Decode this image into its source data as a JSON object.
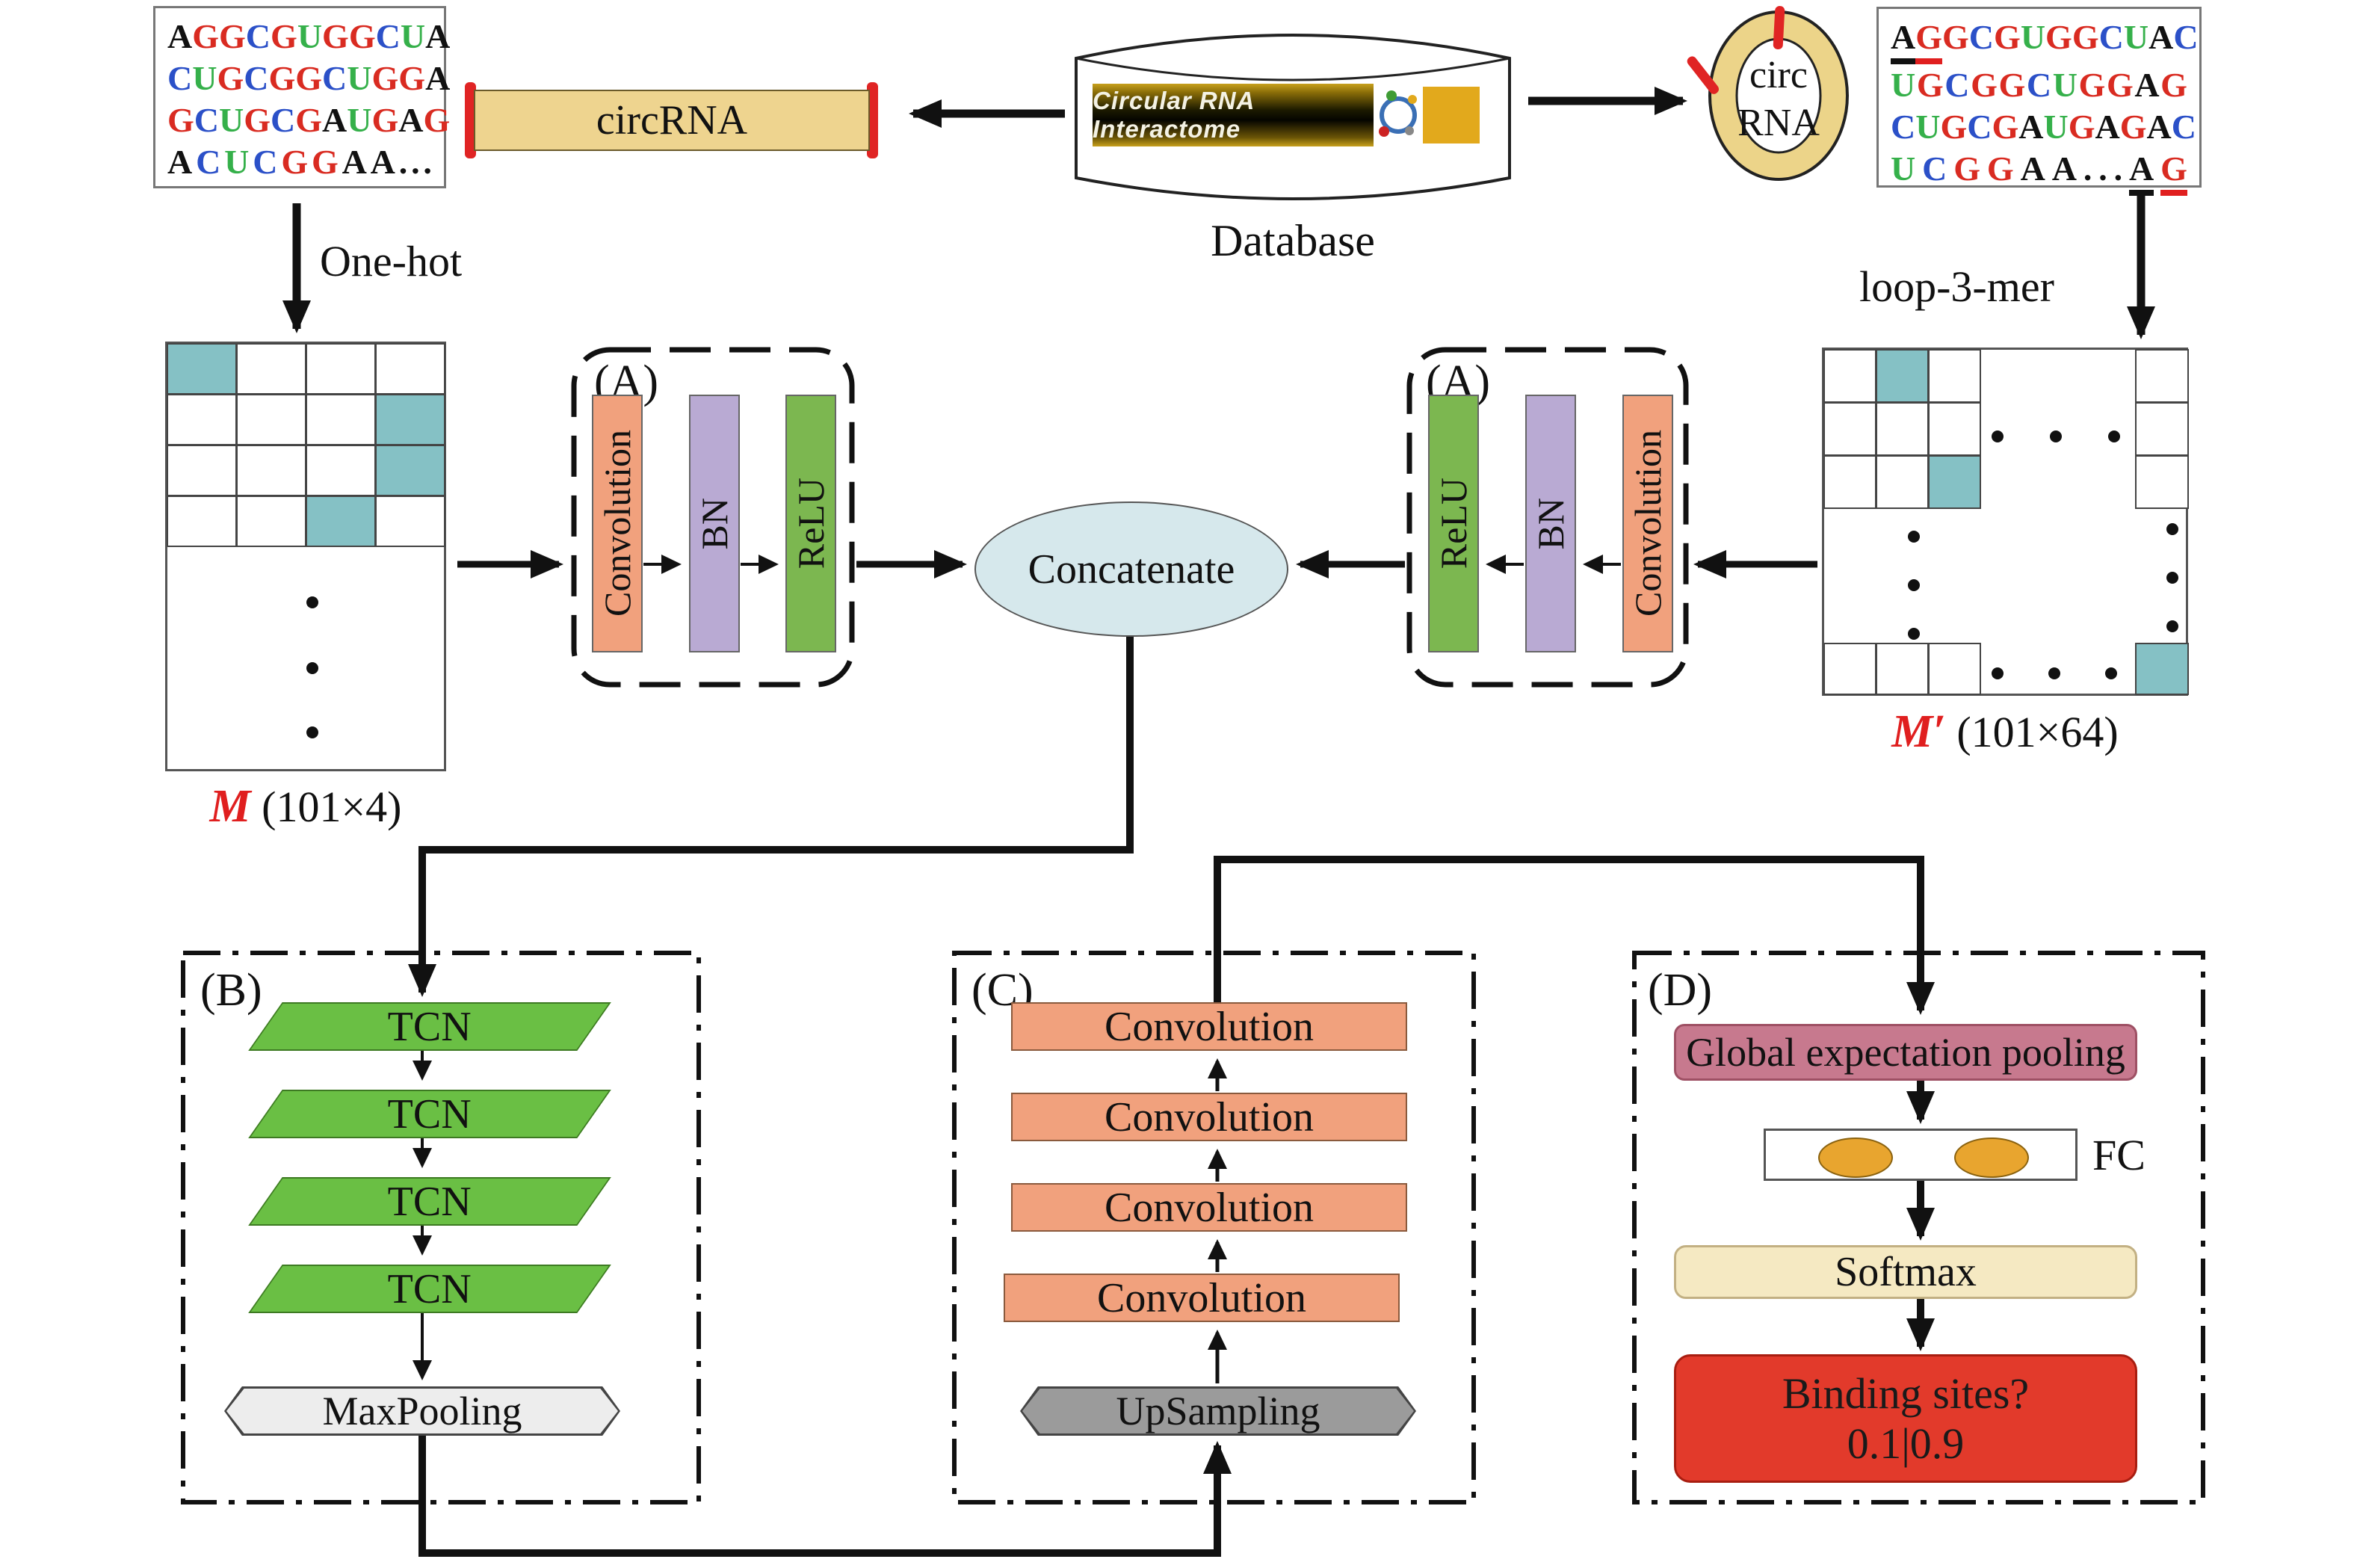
{
  "base_colors": {
    "A": "#111111",
    "G": "#d92b21",
    "C": "#2b50c8",
    "U": "#35b04a"
  },
  "seq_left": {
    "lines": [
      "AGGCGUGGCUA",
      "CUGCGGCUGGA",
      "GCUGCGAUGAG",
      "ACUCGGAA..."
    ]
  },
  "seq_right": {
    "lines": [
      "AGGCGUGGCUAC",
      "UGCGGCUGGAG",
      "CUGCGAUGAGAC",
      "UCGGAA...AG"
    ],
    "underlines": [
      {
        "line": 0,
        "start": 0,
        "end": 1,
        "color": "#111111"
      },
      {
        "line": 0,
        "start": 1,
        "end": 2,
        "color": "#e01f1f"
      },
      {
        "line": 3,
        "start": 9,
        "end": 10,
        "color": "#111111"
      },
      {
        "line": 3,
        "start": 10,
        "end": 11,
        "color": "#e01f1f"
      }
    ]
  },
  "circ_bar": {
    "label": "circRNA"
  },
  "database": {
    "banner": "Circular RNA Interactome",
    "label": "Database"
  },
  "ring": {
    "line1": "circ",
    "line2": "RNA"
  },
  "annotations": {
    "one_hot": "One-hot",
    "loop_3mer": "loop-3-mer"
  },
  "matrix_m": {
    "rows": 4,
    "cols": 4,
    "teal": [
      [
        0,
        0
      ],
      [
        1,
        3
      ],
      [
        2,
        3
      ],
      [
        3,
        2
      ]
    ],
    "label_m": "M",
    "label_dims": " (101×4)"
  },
  "matrix_m_prime": {
    "teal_topleft": [
      [
        0,
        1
      ],
      [
        2,
        2
      ]
    ],
    "bottom_right_teal": true,
    "label_m": "M′",
    "label_dims": " (101×64)"
  },
  "block_a_left": {
    "label": "(A)",
    "layers": [
      "Convolution",
      "BN",
      "ReLU"
    ]
  },
  "block_a_right": {
    "label": "(A)",
    "layers": [
      "ReLU",
      "BN",
      "Convolution"
    ]
  },
  "concatenate": {
    "label": "Concatenate"
  },
  "block_b": {
    "label": "(B)",
    "layers": [
      "TCN",
      "TCN",
      "TCN",
      "TCN"
    ],
    "pool": "MaxPooling"
  },
  "block_c": {
    "label": "(C)",
    "layers": [
      "Convolution",
      "Convolution",
      "Convolution",
      "Convolution"
    ],
    "up": "UpSampling"
  },
  "block_d": {
    "label": "(D)",
    "gep": "Global expectation pooling",
    "fc": "FC",
    "softmax": "Softmax",
    "binding_line1": "Binding sites?",
    "binding_line2": "0.1|0.9"
  }
}
